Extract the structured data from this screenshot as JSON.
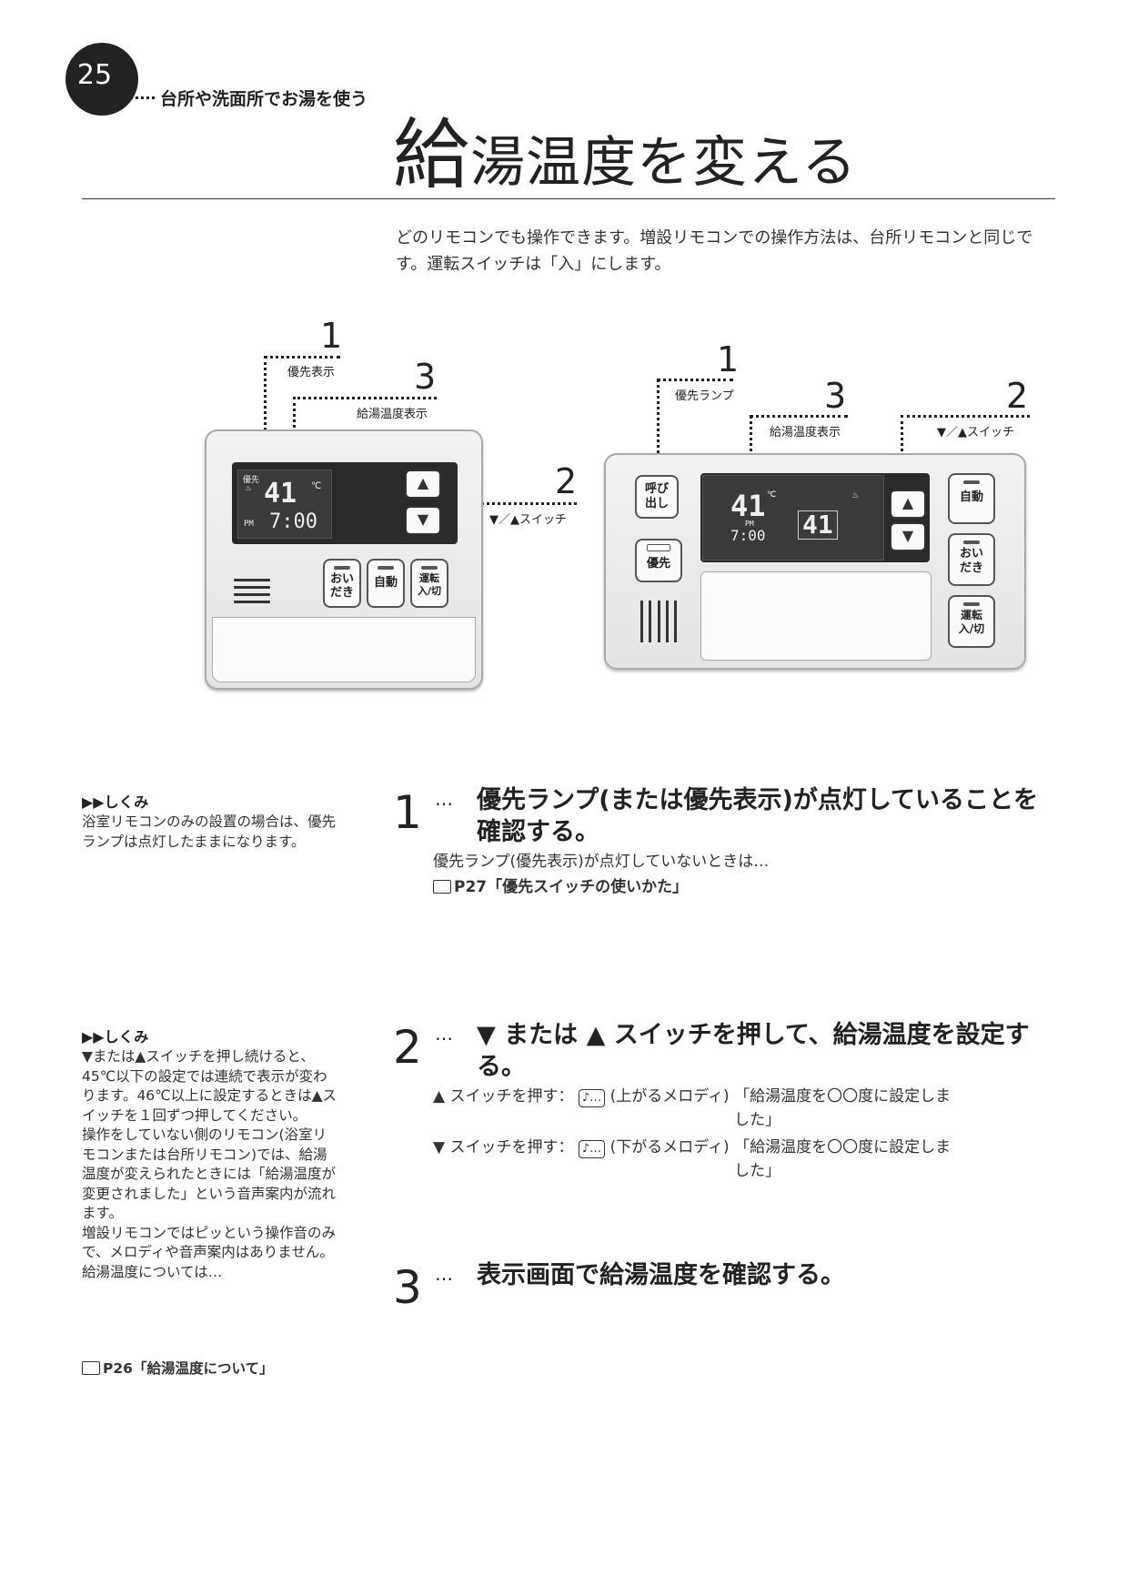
{
  "header": {
    "page_number": "25",
    "section_title": "台所や洗面所でお湯を使う",
    "title_first_char": "給",
    "title_rest": "湯温度を変える"
  },
  "intro": "どのリモコンでも操作できます。増設リモコンでの操作方法は、台所リモコンと同じです。運転スイッチは「入」にします。",
  "diagram_left": {
    "callouts": [
      {
        "num": "1",
        "label": "優先表示"
      },
      {
        "num": "3",
        "label": "給湯温度表示"
      },
      {
        "num": "2",
        "label": "▼／▲スイッチ"
      }
    ],
    "lcd": {
      "priority": "優先",
      "temp": "41",
      "unit": "℃",
      "pm": "PM",
      "time": "7:00"
    },
    "buttons": {
      "up": "▲",
      "down": "▼",
      "oidaki": "おいだき",
      "auto": "自動",
      "power": "運転入/切"
    }
  },
  "diagram_right": {
    "callouts": [
      {
        "num": "1",
        "label": "優先ランプ"
      },
      {
        "num": "3",
        "label": "給湯温度表示"
      },
      {
        "num": "2",
        "label": "▼／▲スイッチ"
      }
    ],
    "lcd": {
      "temp": "41",
      "unit": "℃",
      "pm": "PM",
      "time": "7:00",
      "temp2": "41"
    },
    "buttons": {
      "call": "呼び出し",
      "priority": "優先",
      "up": "▲",
      "down": "▼",
      "auto": "自動",
      "oidaki": "おいだき",
      "power": "運転入/切"
    }
  },
  "notes": [
    {
      "head": "▶▶しくみ",
      "body": "浴室リモコンのみの設置の場合は、優先ランプは点灯したままになります。"
    },
    {
      "head": "▶▶しくみ",
      "body": "▼または▲スイッチを押し続けると、45℃以下の設定では連続で表示が変わります。46℃以上に設定するときは▲スイッチを１回ずつ押してください。\n操作をしていない側のリモコン(浴室リモコンまたは台所リモコン)では、給湯温度が変えられたときには「給湯温度が変更されました」という音声案内が流れます。\n増設リモコンではピッという操作音のみで、メロディや音声案内はありません。\n給湯温度については…",
      "ref_page": "P26",
      "ref_title": "「給湯温度について」"
    }
  ],
  "steps": [
    {
      "num": "1",
      "dots": "…",
      "head": "優先ランプ(または優先表示)が点灯していることを確認する。",
      "body": "優先ランプ(優先表示)が点灯していないときは…",
      "ref_page": "P27",
      "ref_title": "「優先スイッチの使いかた」"
    },
    {
      "num": "2",
      "dots": "…",
      "head": "▼ または ▲ スイッチを押して、給湯温度を設定する。",
      "lines": [
        {
          "prefix": "▲ スイッチを押す：",
          "melody": "♪…",
          "melody_desc": "(上がるメロディ)",
          "message": "「給湯温度を〇〇度に設定しました」"
        },
        {
          "prefix": "▼ スイッチを押す：",
          "melody": "♪…",
          "melody_desc": "(下がるメロディ)",
          "message": "「給湯温度を〇〇度に設定しました」"
        }
      ]
    },
    {
      "num": "3",
      "dots": "…",
      "head": "表示画面で給湯温度を確認する。"
    }
  ]
}
